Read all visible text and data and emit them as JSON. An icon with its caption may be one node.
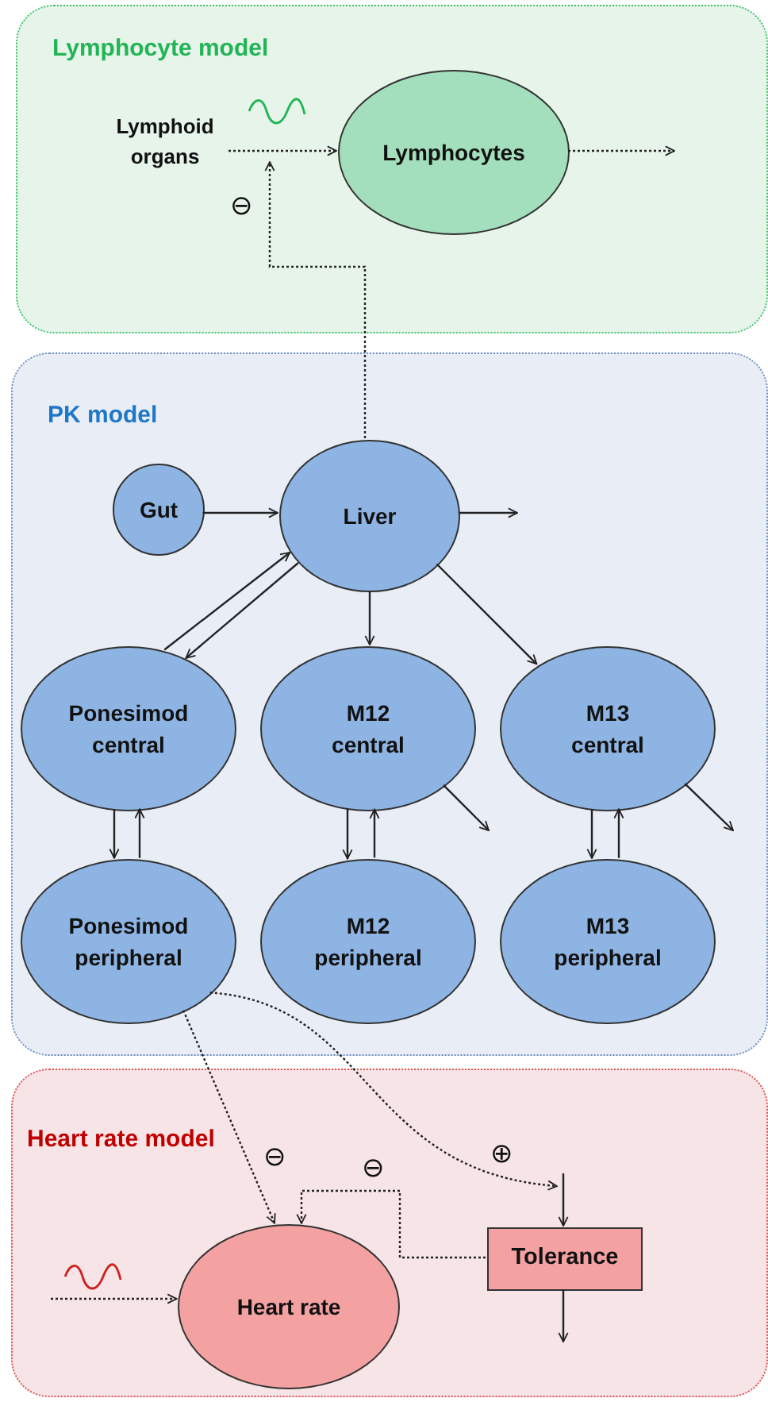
{
  "diagram": {
    "nodes": [
      {
        "text": [
          "Lymphocyte model"
        ]
      },
      {
        "text": [
          "Lymphoid organs"
        ],
        "in": 0
      },
      {
        "text": [
          "Lymphocytes"
        ],
        "in": 0
      },
      {
        "text": [
          "PK model"
        ]
      },
      {
        "text": [
          "Gut"
        ],
        "in": 3
      },
      {
        "text": [
          "Liver"
        ],
        "in": 3
      },
      {
        "text": [
          "Ponesimod central"
        ],
        "in": 3
      },
      {
        "text": [
          "M12 central"
        ],
        "in": 3
      },
      {
        "text": [
          "M13 central"
        ],
        "in": 3
      },
      {
        "text": [
          "Ponesimod peripheral"
        ],
        "in": 3
      },
      {
        "text": [
          "M12 peripheral"
        ],
        "in": 3
      },
      {
        "text": [
          "M13 peripheral"
        ],
        "in": 3
      },
      {
        "text": [
          "Heart rate model"
        ]
      },
      {
        "text": [
          "Heart rate"
        ],
        "in": 12
      },
      {
        "text": [
          "Tolerance"
        ],
        "in": 12
      }
    ],
    "edges": [
      {
        "from": 1,
        "to": 2,
        "arrow": "to",
        "style": "dashed"
      },
      {
        "from": 2,
        "to": null,
        "arrow": "to",
        "style": "dashed"
      },
      {
        "from": 5,
        "to": null,
        "arrow": "to",
        "style": "dashed",
        "label": "⊖"
      },
      {
        "from": 4,
        "to": 5,
        "arrow": "to"
      },
      {
        "from": 5,
        "to": null,
        "arrow": "to"
      },
      {
        "from": 6,
        "to": 5,
        "arrow": "to"
      },
      {
        "from": 5,
        "to": 6,
        "arrow": "to"
      },
      {
        "from": 5,
        "to": 7,
        "arrow": "to"
      },
      {
        "from": 5,
        "to": 8,
        "arrow": "to"
      },
      {
        "from": 6,
        "to": 9,
        "arrow": "to"
      },
      {
        "from": 9,
        "to": 6,
        "arrow": "to"
      },
      {
        "from": 7,
        "to": 10,
        "arrow": "to"
      },
      {
        "from": 10,
        "to": 7,
        "arrow": "to"
      },
      {
        "from": 8,
        "to": 11,
        "arrow": "to"
      },
      {
        "from": 11,
        "to": 8,
        "arrow": "to"
      },
      {
        "from": 7,
        "to": null,
        "arrow": "to"
      },
      {
        "from": 8,
        "to": null,
        "arrow": "to"
      },
      {
        "from": 9,
        "to": 13,
        "arrow": "to",
        "style": "dashed",
        "label": "⊖"
      },
      {
        "from": 9,
        "to": null,
        "arrow": "to",
        "style": "dashed",
        "label": "⊕"
      },
      {
        "from": null,
        "to": 14,
        "arrow": "to"
      },
      {
        "from": 14,
        "to": null,
        "arrow": "to"
      },
      {
        "from": 14,
        "to": 13,
        "arrow": "to",
        "style": "dashed",
        "label": "⊖"
      },
      {
        "from": null,
        "to": 13,
        "arrow": "to",
        "style": "dashed"
      }
    ]
  }
}
